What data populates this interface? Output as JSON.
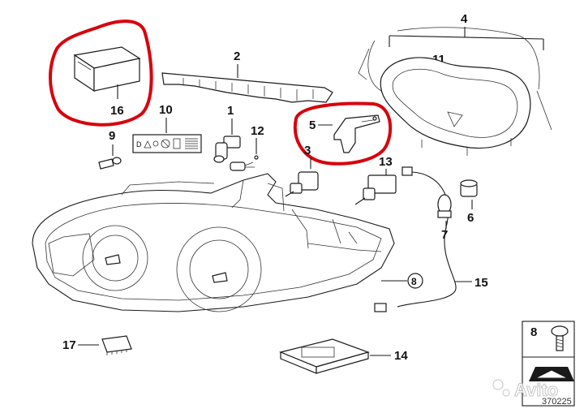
{
  "diagram": {
    "catalog_number": "370225",
    "watermark": "Avito",
    "parts": [
      {
        "number": "2"
      },
      {
        "number": "4"
      },
      {
        "number": "11"
      },
      {
        "number": "16"
      },
      {
        "number": "10"
      },
      {
        "number": "1"
      },
      {
        "number": "12"
      },
      {
        "number": "5"
      },
      {
        "number": "9"
      },
      {
        "number": "3"
      },
      {
        "number": "13"
      },
      {
        "number": "6"
      },
      {
        "number": "7"
      },
      {
        "number": "8"
      },
      {
        "number": "15"
      },
      {
        "number": "17"
      },
      {
        "number": "14"
      }
    ],
    "legend_box_number": "8",
    "highlight_color": "#d8000c"
  }
}
